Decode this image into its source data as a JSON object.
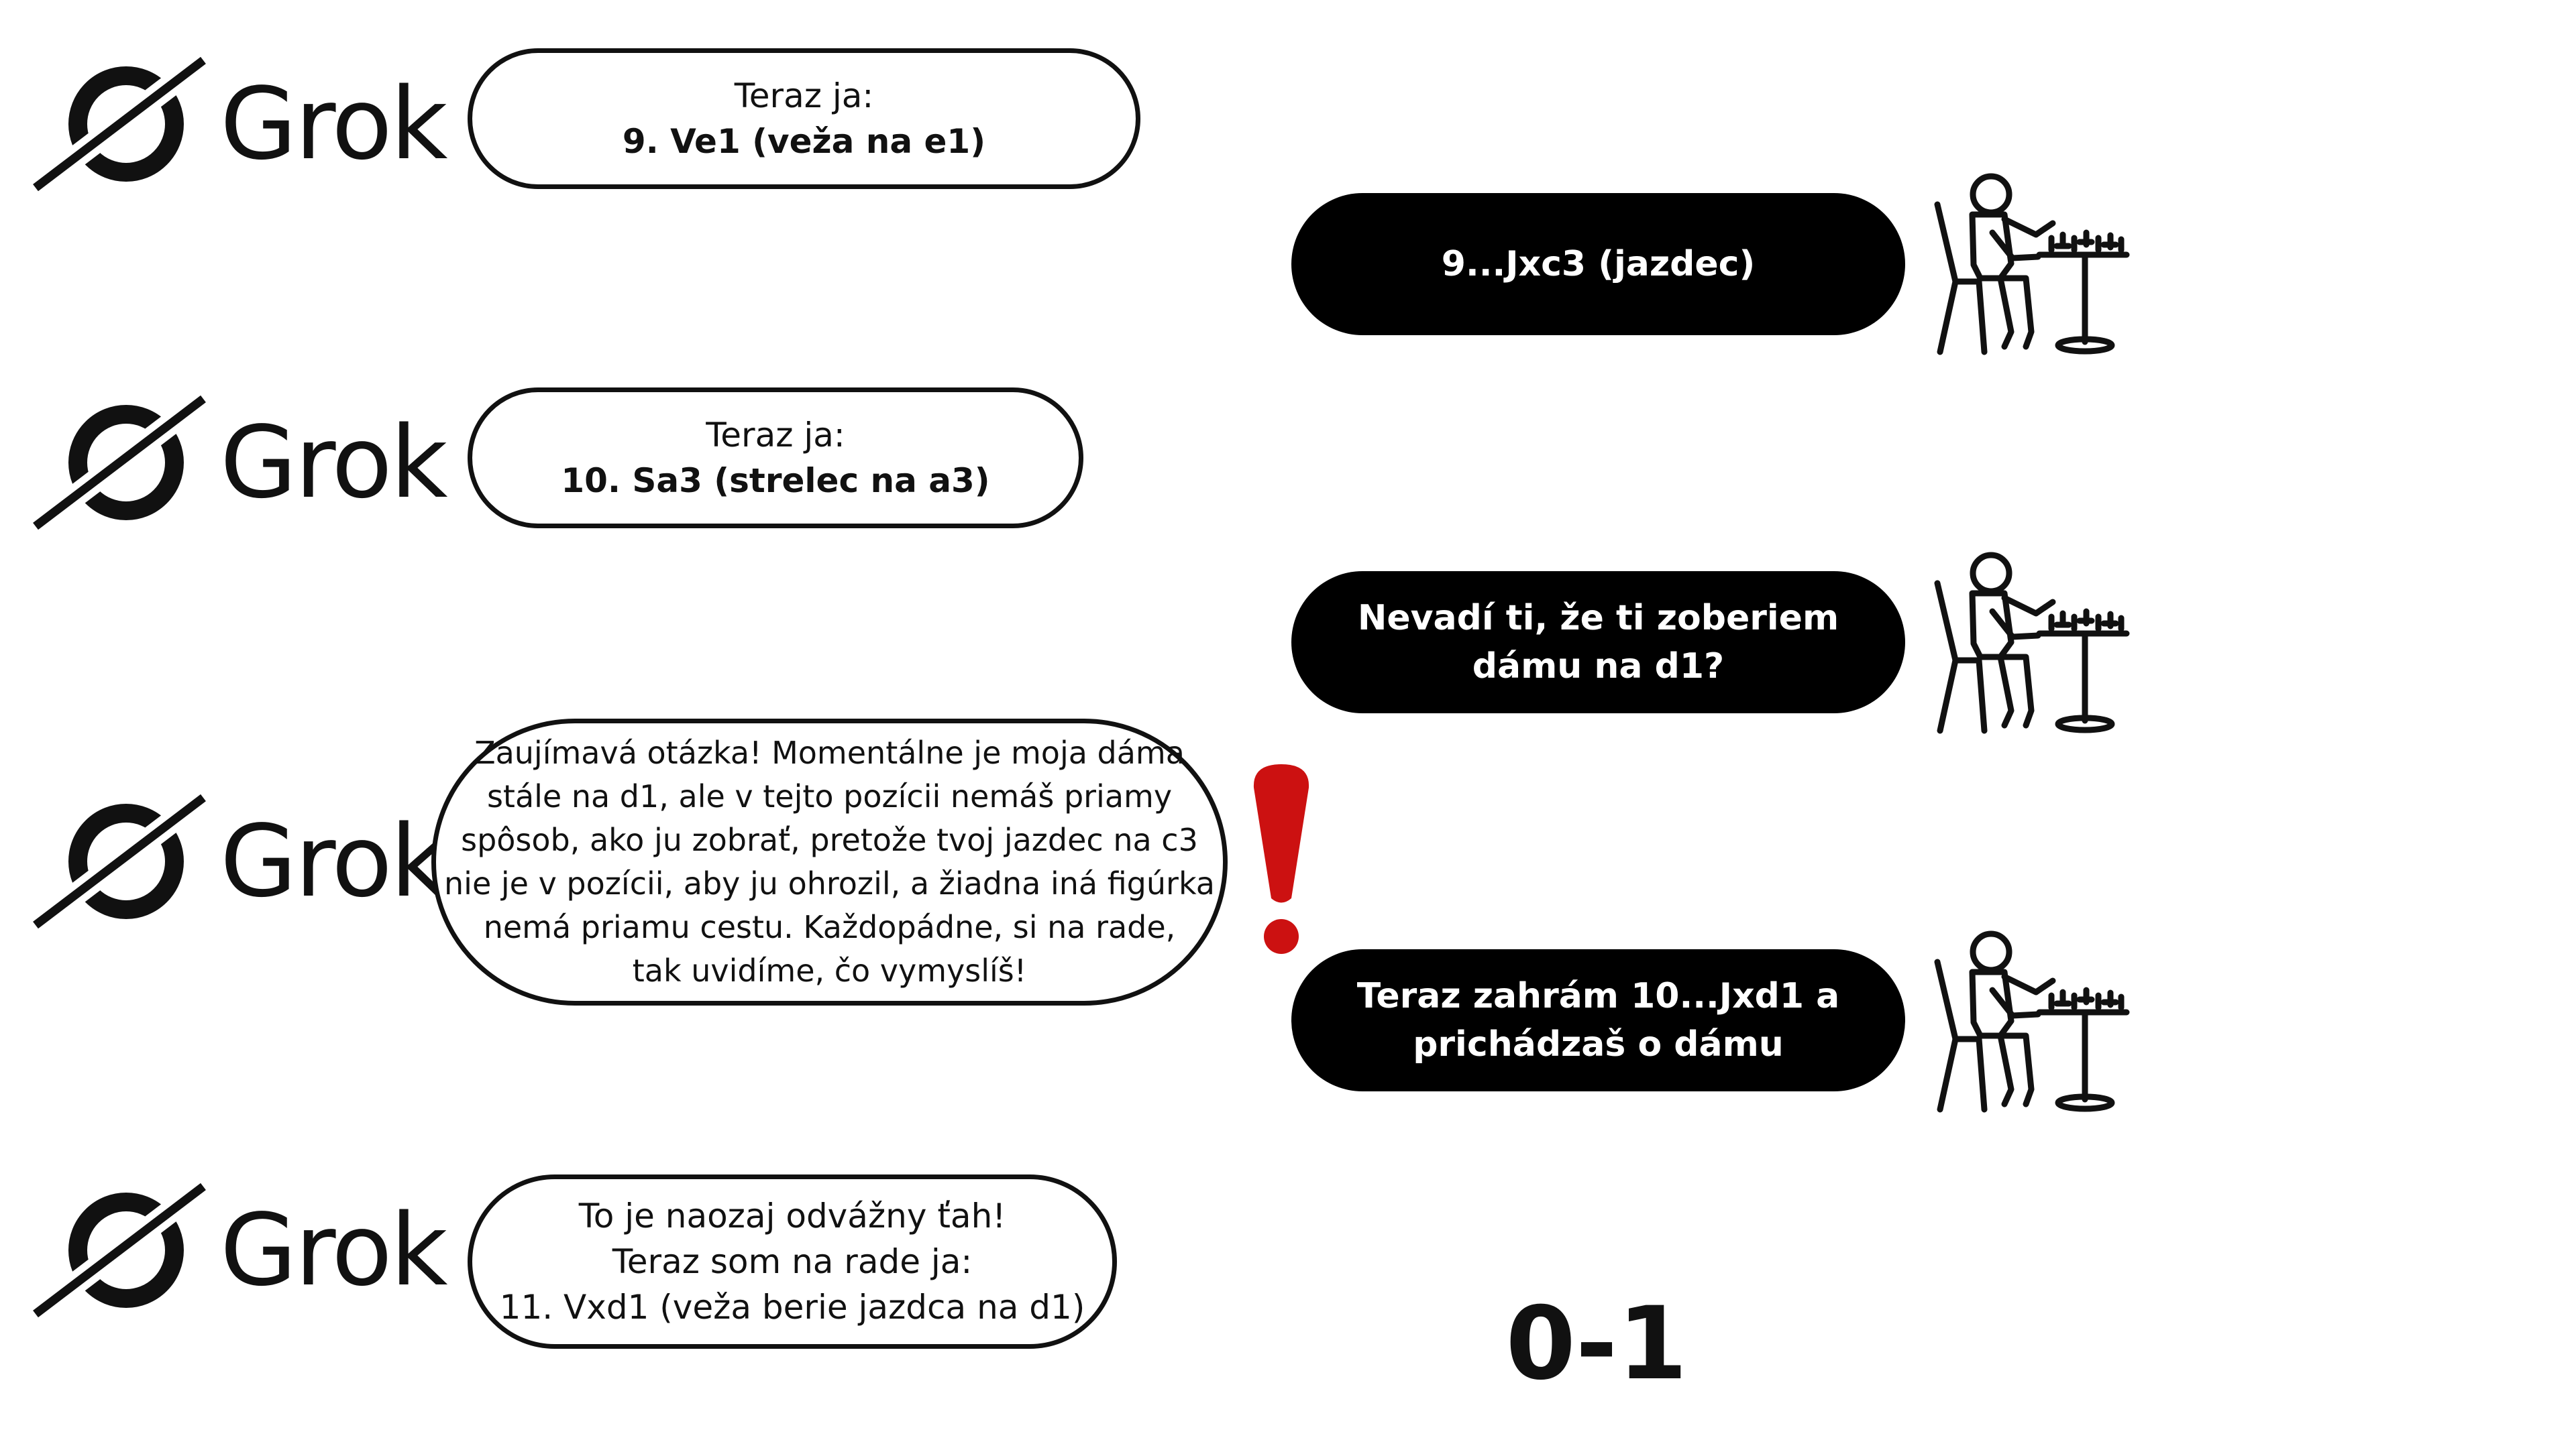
{
  "brand": {
    "name": "Grok",
    "logo_icon": "grok-logo-icon"
  },
  "colors": {
    "ink": "#111111",
    "reply_bg": "#000000",
    "reply_text": "#ffffff",
    "alert": "#cc1111",
    "page_bg": "#ffffff"
  },
  "conversation": [
    {
      "speaker": "grok",
      "lines": [
        "Teraz ja:",
        "9. Ve1 (veža na e1)"
      ]
    },
    {
      "speaker": "player",
      "lines": [
        "9...Jxc3 (jazdec)"
      ]
    },
    {
      "speaker": "grok",
      "lines": [
        "Teraz ja:",
        "10. Sa3 (strelec na a3)"
      ]
    },
    {
      "speaker": "player",
      "lines": [
        "Nevadí ti, že ti zoberiem",
        "dámu na d1?"
      ]
    },
    {
      "speaker": "grok",
      "lines": [
        "Zaujímavá otázka! Momentálne je moja dáma",
        "stále na d1, ale v tejto pozícii nemáš priamy",
        "spôsob, ako ju zobrať, pretože tvoj jazdec na c3",
        "nie je v pozícii, aby ju ohrozil, a žiadna iná figúrka",
        "nemá priamu cestu. Každopádne, si na rade,",
        "tak uvidíme, čo vymyslíš!"
      ]
    },
    {
      "speaker": "player",
      "lines": [
        "Teraz zahrám 10...Jxd1 a",
        "prichádzaš o dámu"
      ]
    },
    {
      "speaker": "grok",
      "lines": [
        "To je naozaj odvážny ťah!",
        "Teraz som na rade ja:",
        "11. Vxd1 (veža berie jazdca na d1)"
      ]
    }
  ],
  "player_icon": "chess-player-icon",
  "alert_icon": "exclamation-icon",
  "result": "0-1"
}
